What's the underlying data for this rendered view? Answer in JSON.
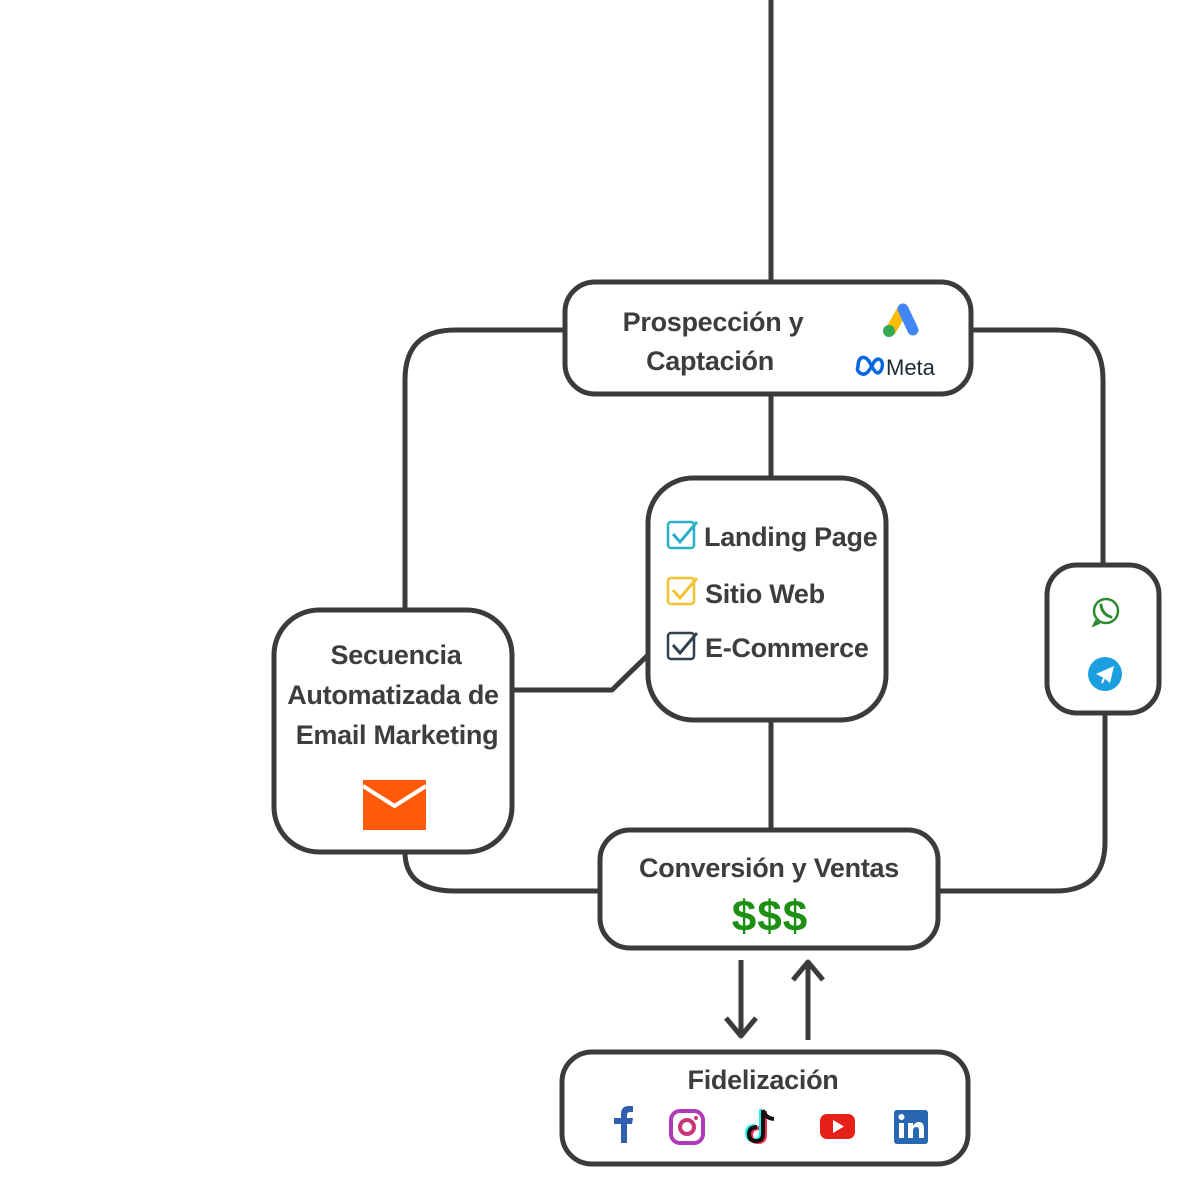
{
  "nodes": {
    "prospeccion": {
      "line1": "Prospección y",
      "line2": "Captación",
      "meta_label": "Meta"
    },
    "web": {
      "items": [
        "Landing Page",
        "Sitio Web",
        "E-Commerce"
      ]
    },
    "email": {
      "line1": "Secuencia",
      "line2": "Automatizada de",
      "line3": "Email Marketing"
    },
    "conversion": {
      "title": "Conversión y Ventas",
      "money": "$$$"
    },
    "fidelizacion": {
      "title": "Fidelización"
    }
  },
  "icons": {
    "ads": "google-ads-icon",
    "meta": "meta-logo-icon",
    "checkboxes": [
      "check-teal-icon",
      "check-yellow-icon",
      "check-dark-icon"
    ],
    "messaging": [
      "whatsapp-icon",
      "telegram-icon"
    ],
    "email": "email-envelope-icon",
    "social": [
      "facebook-icon",
      "instagram-icon",
      "tiktok-icon",
      "youtube-icon",
      "linkedin-icon"
    ]
  },
  "colors": {
    "stroke": "#3b3b3b",
    "text": "#3d3d3d",
    "money": "#1d8f12",
    "email": "#ff5a0a",
    "check_teal": "#2ab0c8",
    "check_yellow": "#f2c230",
    "check_dark": "#33414f",
    "whatsapp": "#2f8a2f",
    "telegram": "#1c9fe0"
  }
}
